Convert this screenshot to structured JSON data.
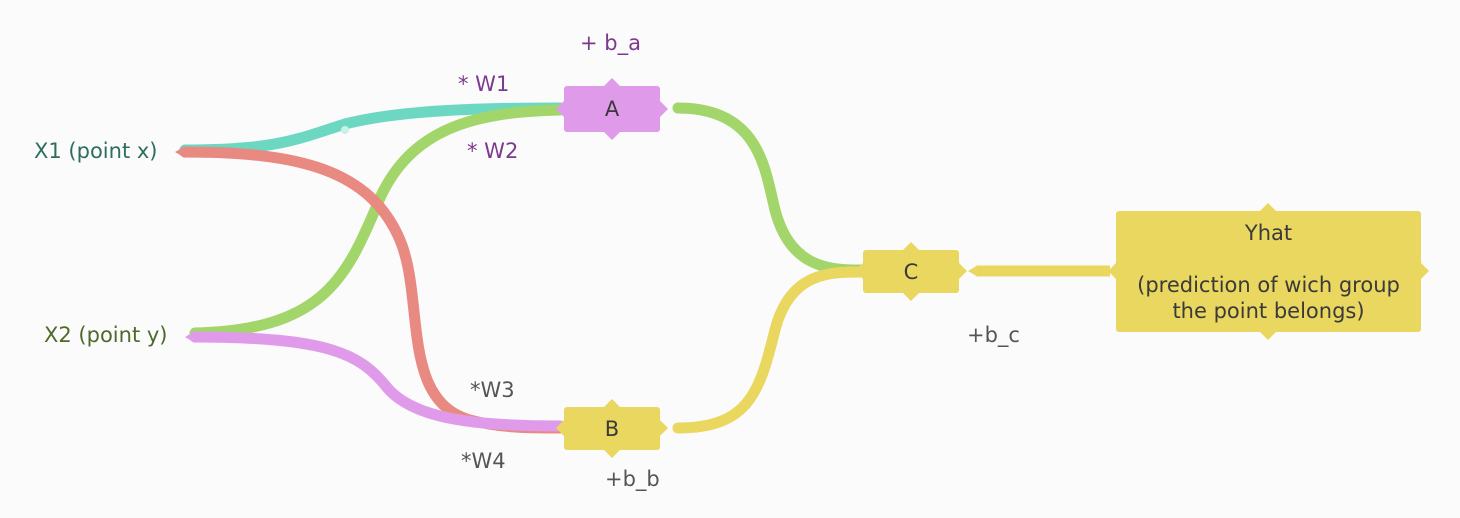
{
  "inputs": {
    "x1": "X1 (point x)",
    "x2": "X2 (point y)"
  },
  "weights": {
    "w1": "* W1",
    "w2": "* W2",
    "w3": "*W3",
    "w4": "*W4"
  },
  "biases": {
    "b_a": "+ b_a",
    "b_b": "+b_b",
    "b_c": "+b_c"
  },
  "nodes": {
    "a": "A",
    "b": "B",
    "c": "C",
    "yhat": "Yhat\n\n(prediction of wich group\nthe point belongs)"
  },
  "colors": {
    "teal": "#6dd8c2",
    "green": "#a3d66a",
    "red": "#e88a82",
    "pink": "#e09aea",
    "yellow": "#e9d760",
    "purple_text": "#7a3a8e",
    "teal_text": "#2e6e5e",
    "olive_text": "#4e6a2a",
    "gray_text": "#555555"
  }
}
